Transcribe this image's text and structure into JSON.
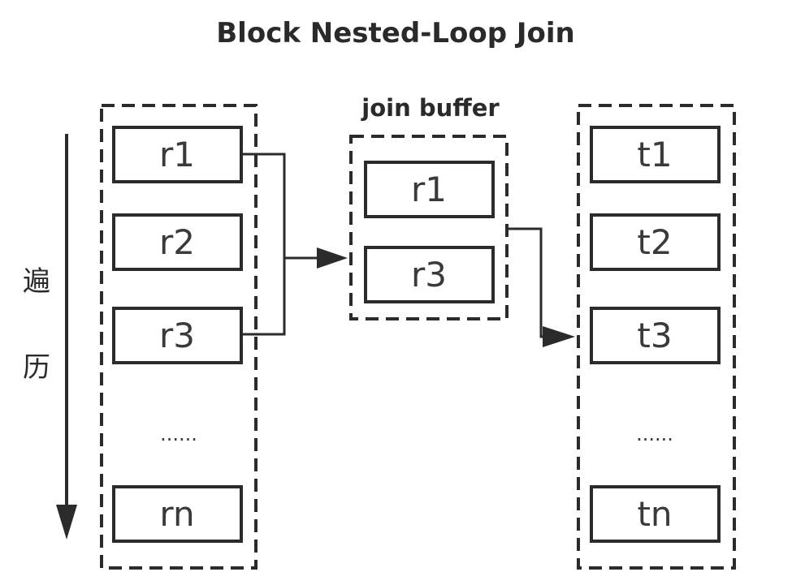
{
  "title": "Block Nested-Loop Join",
  "buffer": {
    "label": "join buffer",
    "rows": [
      "r1",
      "r3"
    ]
  },
  "outer_table": {
    "rows": [
      "r1",
      "r2",
      "r3",
      "rn"
    ],
    "ellipsis": "......"
  },
  "inner_table": {
    "rows": [
      "t1",
      "t2",
      "t3",
      "tn"
    ],
    "ellipsis": "......"
  },
  "traverse_label": [
    "遍",
    "历"
  ],
  "colors": {
    "stroke": "#2b2b2b",
    "text": "#3a3a3a",
    "background": "#ffffff"
  }
}
